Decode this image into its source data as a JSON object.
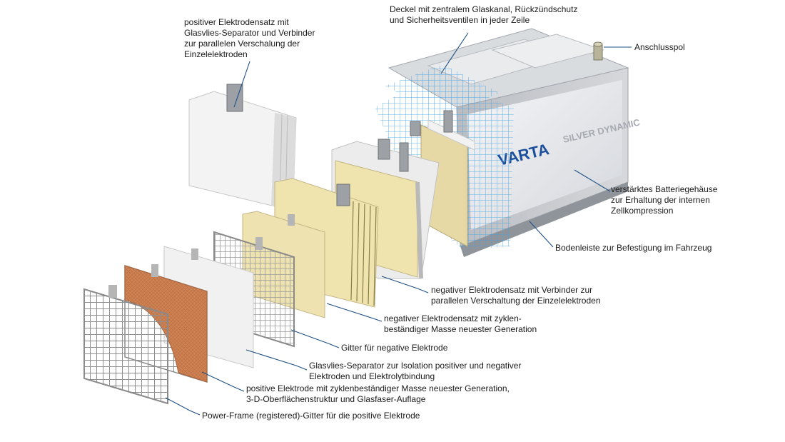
{
  "brand": {
    "logo_text": "VARTA",
    "product_text": "SILVER DYNAMIC"
  },
  "labels": {
    "positive_stack": [
      "positiver Elektrodensatz mit",
      "Glasvlies-Separator und Verbinder",
      "zur parallelen Verschalung der",
      "Einzelelektroden"
    ],
    "lid": [
      "Deckel mit zentralem Glaskanal, Rückzündschutz",
      "und Sicherheitsventilen in jeder Zeile"
    ],
    "terminal": [
      "Anschlusspol"
    ],
    "housing": [
      "verstärktes Batteriegehäuse",
      "zur Erhaltung der internen",
      "Zellkompression"
    ],
    "base_rail": [
      "Bodenleiste zur Befestigung im Fahrzeug"
    ],
    "negative_stack": [
      "negativer Elektrodensatz mit Verbinder zur",
      "parallelen Verschaltung der Einzelelektroden"
    ],
    "negative_mass": [
      "negativer Elektrodensatz mit zyklen-",
      "beständiger Masse neuester Generation"
    ],
    "negative_grid": [
      "Gitter für negative Elektrode"
    ],
    "separator": [
      "Glasvlies-Separator zur Isolation positiver und negativer",
      "Elektroden und Elektrolytbindung"
    ],
    "positive_electrode": [
      "positive Elektrode mit zyklenbeständiger Masse neuester Generation,",
      "3-D-Oberflächenstruktur und Glasfaser-Auflage"
    ],
    "powerframe": [
      "Power-Frame (registered)-Gitter für die positive Elektrode"
    ]
  },
  "colors": {
    "leader": "#1f4f86",
    "separator_white": "#f2f2f2",
    "negative_mass_yellow": "#eee3b0",
    "positive_mass_orange": "#d3875a",
    "grid_gray": "#9a9a9a",
    "housing_gray": "#c9ccd0",
    "wireframe_blue": "#4aa3e0",
    "logo_blue": "#1c4f9c"
  }
}
